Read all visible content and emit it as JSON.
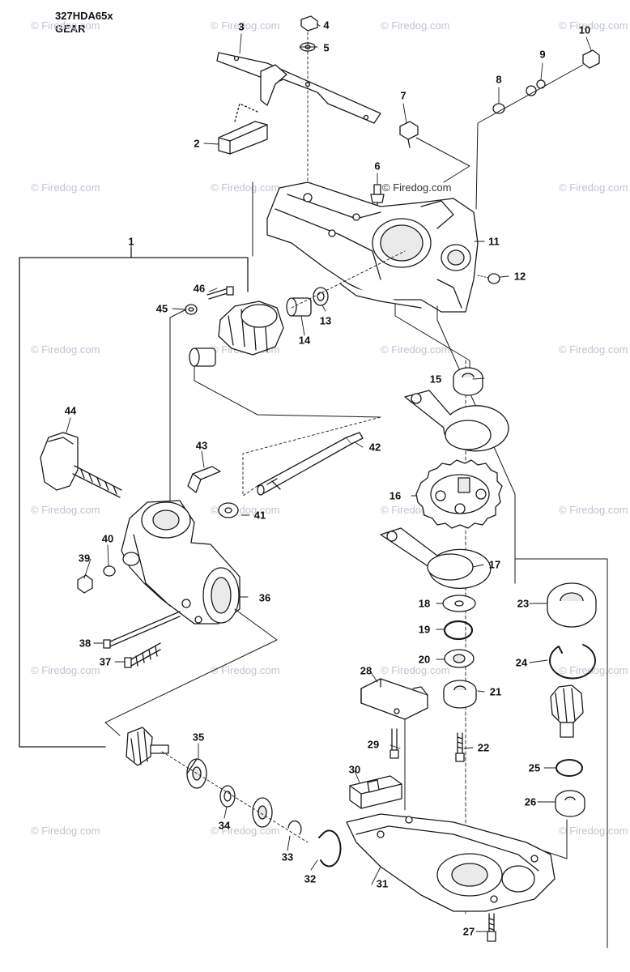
{
  "header": {
    "model": "327HDA65x",
    "section": "GEAR"
  },
  "watermark": {
    "text": "© Firedog.com"
  },
  "callouts": [
    "1",
    "2",
    "3",
    "4",
    "5",
    "6",
    "7",
    "8",
    "9",
    "10",
    "11",
    "12",
    "13",
    "14",
    "15",
    "16",
    "17",
    "18",
    "19",
    "20",
    "21",
    "22",
    "23",
    "24",
    "25",
    "26",
    "27",
    "28",
    "29",
    "30",
    "31",
    "32",
    "33",
    "34",
    "35",
    "36",
    "37",
    "38",
    "39",
    "40",
    "41",
    "42",
    "43",
    "44",
    "45",
    "46"
  ],
  "colors": {
    "line": "#1a1a1a",
    "fill": "#ffffff",
    "shade": "#cfcfcf",
    "watermark": "#bfc5cf"
  }
}
